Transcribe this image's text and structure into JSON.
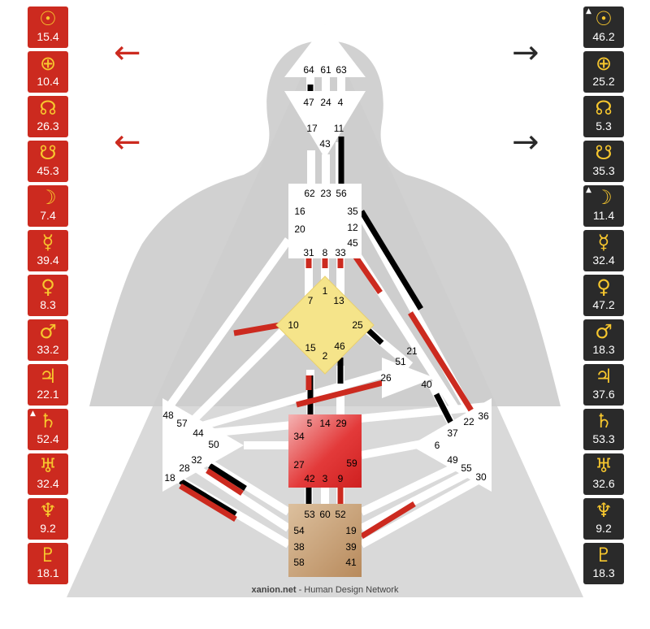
{
  "personality": [
    {
      "symbol": "☉",
      "icon": "sun-icon",
      "value": "15.4",
      "marker": false
    },
    {
      "symbol": "⊕",
      "icon": "earth-icon",
      "value": "10.4",
      "marker": false
    },
    {
      "symbol": "☊",
      "icon": "north-node-icon",
      "value": "26.3",
      "marker": false
    },
    {
      "symbol": "☋",
      "icon": "south-node-icon",
      "value": "45.3",
      "marker": false
    },
    {
      "symbol": "☽",
      "icon": "moon-icon",
      "value": "7.4",
      "marker": false
    },
    {
      "symbol": "☿",
      "icon": "mercury-icon",
      "value": "39.4",
      "marker": false
    },
    {
      "symbol": "♀",
      "icon": "venus-icon",
      "value": "8.3",
      "marker": false
    },
    {
      "symbol": "♂",
      "icon": "mars-icon",
      "value": "33.2",
      "marker": false
    },
    {
      "symbol": "♃",
      "icon": "jupiter-icon",
      "value": "22.1",
      "marker": false
    },
    {
      "symbol": "♄",
      "icon": "saturn-icon",
      "value": "52.4",
      "marker": true
    },
    {
      "symbol": "♅",
      "icon": "uranus-icon",
      "value": "32.4",
      "marker": false
    },
    {
      "symbol": "♆",
      "icon": "neptune-icon",
      "value": "9.2",
      "marker": false
    },
    {
      "symbol": "♇",
      "icon": "pluto-icon",
      "value": "18.1",
      "marker": false
    }
  ],
  "design": [
    {
      "symbol": "☉",
      "icon": "sun-icon",
      "value": "46.2",
      "marker": true
    },
    {
      "symbol": "⊕",
      "icon": "earth-icon",
      "value": "25.2",
      "marker": false
    },
    {
      "symbol": "☊",
      "icon": "north-node-icon",
      "value": "5.3",
      "marker": false
    },
    {
      "symbol": "☋",
      "icon": "south-node-icon",
      "value": "35.3",
      "marker": false
    },
    {
      "symbol": "☽",
      "icon": "moon-icon",
      "value": "11.4",
      "marker": true
    },
    {
      "symbol": "☿",
      "icon": "mercury-icon",
      "value": "32.4",
      "marker": false
    },
    {
      "symbol": "♀",
      "icon": "venus-icon",
      "value": "47.2",
      "marker": false
    },
    {
      "symbol": "♂",
      "icon": "mars-icon",
      "value": "18.3",
      "marker": false
    },
    {
      "symbol": "♃",
      "icon": "jupiter-icon",
      "value": "37.6",
      "marker": false
    },
    {
      "symbol": "♄",
      "icon": "saturn-icon",
      "value": "53.3",
      "marker": false
    },
    {
      "symbol": "♅",
      "icon": "uranus-icon",
      "value": "32.6",
      "marker": false
    },
    {
      "symbol": "♆",
      "icon": "neptune-icon",
      "value": "9.2",
      "marker": false
    },
    {
      "symbol": "♇",
      "icon": "pluto-icon",
      "value": "18.3",
      "marker": false
    }
  ],
  "arrows": {
    "left_top": "←",
    "left_bottom": "←",
    "right_top": "→",
    "right_bottom": "→",
    "left_color": "#cc2a1f",
    "right_color": "#2a2a2a"
  },
  "centers": {
    "head": [
      "64",
      "61",
      "63"
    ],
    "ajna": [
      "47",
      "24",
      "4",
      "17",
      "11",
      "43"
    ],
    "throat": [
      "62",
      "23",
      "56",
      "16",
      "35",
      "20",
      "12",
      "45",
      "31",
      "8",
      "33"
    ],
    "g": [
      "1",
      "7",
      "13",
      "10",
      "25",
      "15",
      "46",
      "2"
    ],
    "ego": [
      "21",
      "51",
      "26",
      "40"
    ],
    "spleen": [
      "48",
      "57",
      "44",
      "50",
      "32",
      "28",
      "18"
    ],
    "solar_plexus": [
      "36",
      "22",
      "37",
      "6",
      "49",
      "55",
      "30"
    ],
    "sacral": [
      "5",
      "14",
      "29",
      "34",
      "27",
      "59",
      "42",
      "3",
      "9"
    ],
    "root": [
      "53",
      "60",
      "52",
      "54",
      "19",
      "38",
      "39",
      "58",
      "41"
    ]
  },
  "colors": {
    "personality": "#cc2a1f",
    "design": "#2a2a2a",
    "planet_symbol": "#f7c72e",
    "g_center": "#f5e48a",
    "sacral": "#e33a3a",
    "root": "#c9a07a",
    "silhouette": "#d9d9d9",
    "channel": "#ffffff"
  },
  "footer": {
    "brand": "xanion.net",
    "rest": " - Human Design Network"
  }
}
